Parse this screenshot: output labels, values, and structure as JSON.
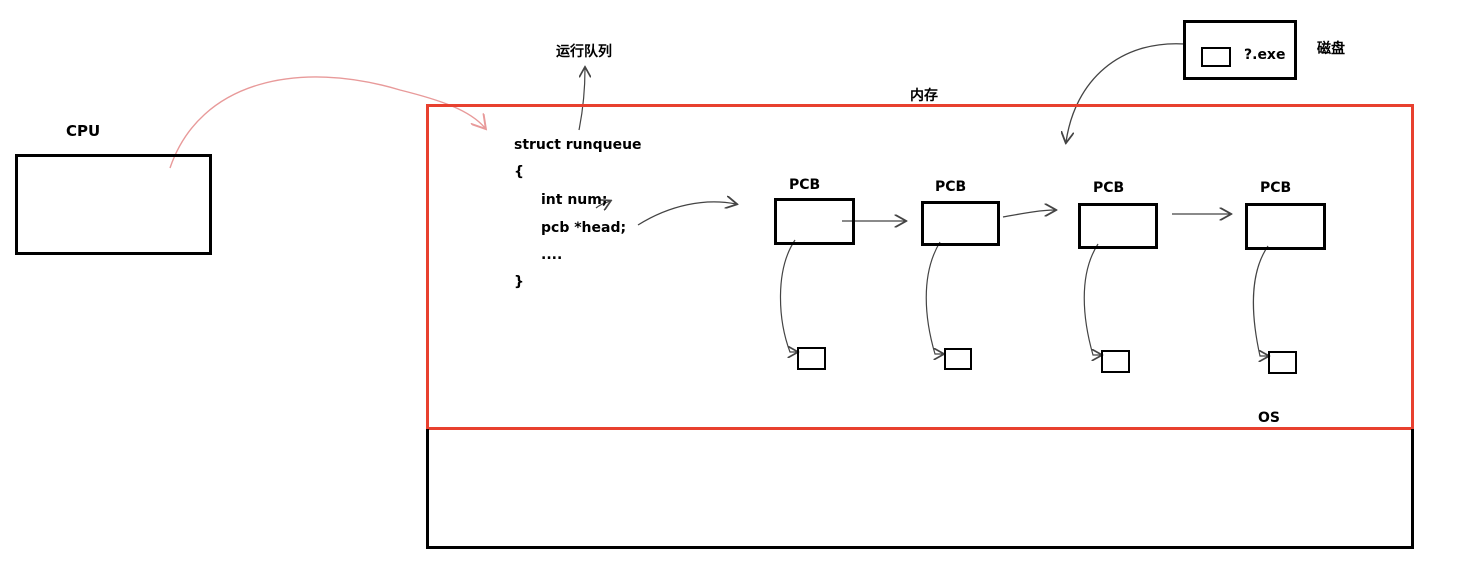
{
  "diagram": {
    "cpu_label": "CPU",
    "runqueue_label": "运行队列",
    "memory_label": "内存",
    "disk_label": "磁盘",
    "disk_file": "?.exe",
    "os_label": "OS",
    "code": {
      "line1": "struct runqueue",
      "line2": "{",
      "line3": "int num;",
      "line4": "pcb *head;",
      "line5": "....",
      "line6": "}"
    },
    "pcb_nodes": [
      {
        "label": "PCB"
      },
      {
        "label": "PCB"
      },
      {
        "label": "PCB"
      },
      {
        "label": "PCB"
      }
    ],
    "colors": {
      "memory_border": "#e8402f",
      "cpu_arrow": "#e89a9a",
      "stroke": "#000000",
      "pencil": "#555555"
    }
  }
}
